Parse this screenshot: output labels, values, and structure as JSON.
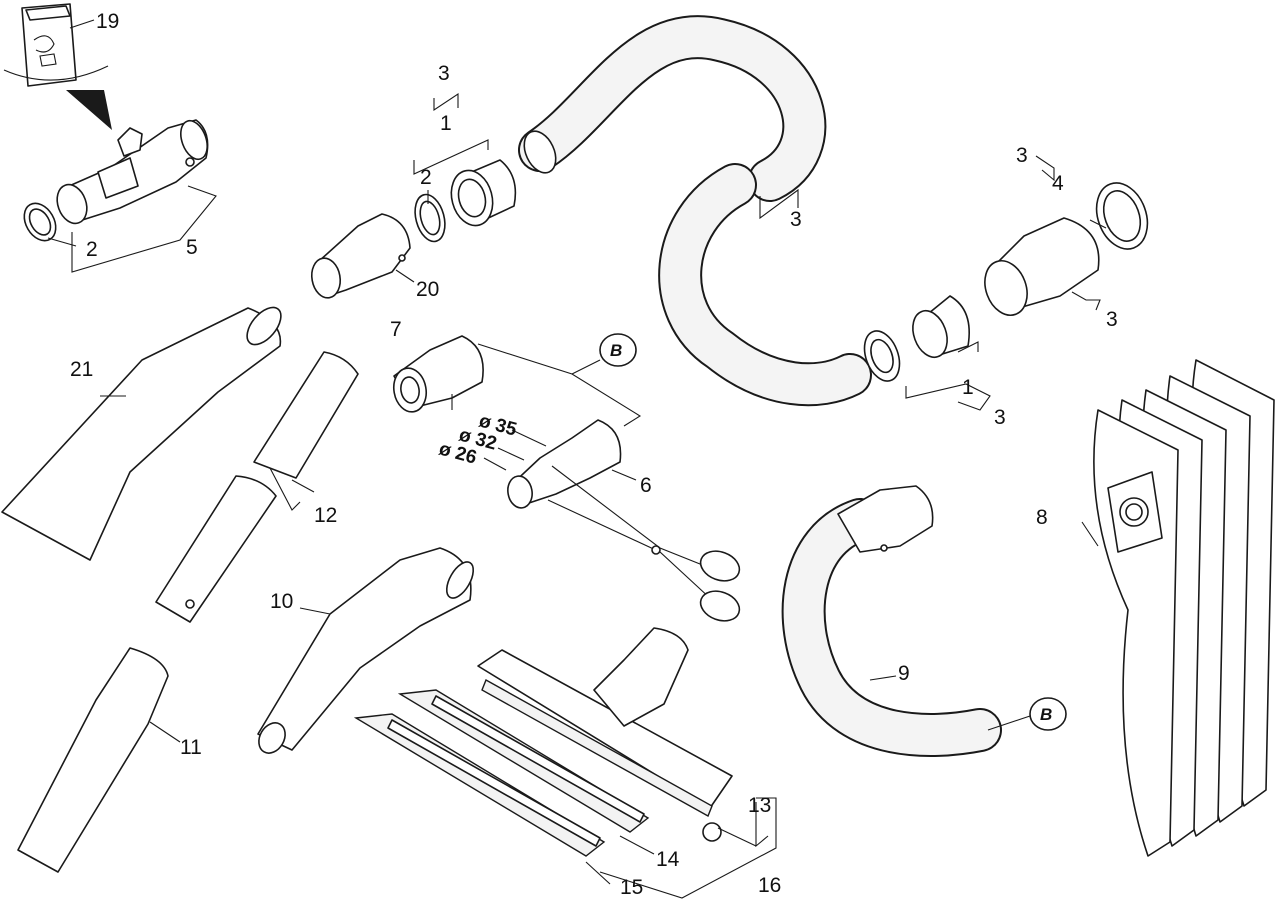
{
  "colors": {
    "line": "#1a1a1a",
    "paper": "#ffffff",
    "shade": "#e8e8e8"
  },
  "callouts": {
    "c1a": "1",
    "c1b": "1",
    "c2a": "2",
    "c2b": "2",
    "c3a": "3",
    "c3b": "3",
    "c3c": "3",
    "c3d": "3",
    "c3e": "3",
    "c4": "4",
    "c5": "5",
    "c6": "6",
    "c7": "7",
    "c8": "8",
    "c9": "9",
    "c10": "10",
    "c11": "11",
    "c12": "12",
    "c13": "13",
    "c14": "14",
    "c15": "15",
    "c16": "16",
    "c19": "19",
    "c20": "20",
    "c21": "21"
  },
  "diameters": {
    "d35": "ø 35",
    "d32": "ø 32",
    "d26": "ø 26"
  },
  "badges": {
    "top": "B",
    "bottom": "B"
  }
}
